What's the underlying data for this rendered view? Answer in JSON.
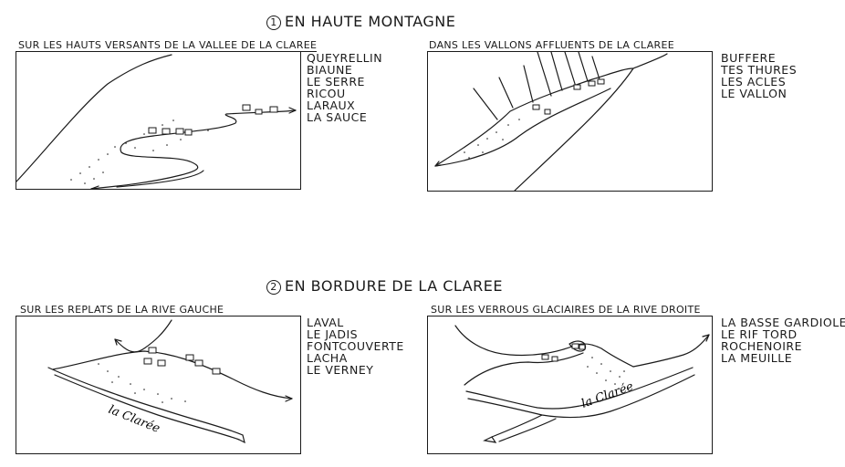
{
  "section1": {
    "number": "1",
    "title": "EN HAUTE MONTAGNE",
    "panel_left": {
      "caption": "SUR LES HAUTS VERSANTS DE LA VALLEE DE LA CLAREE",
      "places": [
        "QUEYRELLIN",
        "BIAUNE",
        "LE SERRE",
        "RICOU",
        "LARAUX",
        "LA SAUCE"
      ]
    },
    "panel_right": {
      "caption": "DANS LES VALLONS AFFLUENTS DE LA CLAREE",
      "places": [
        "BUFFERE",
        "TES THURES",
        "LES ACLES",
        "LE VALLON"
      ]
    }
  },
  "section2": {
    "number": "2",
    "title": "EN BORDURE DE LA CLAREE",
    "panel_left": {
      "caption": "SUR LES REPLATS DE LA RIVE GAUCHE",
      "places": [
        "LAVAL",
        "LE JADIS",
        "FONTCOUVERTE",
        "LACHA",
        "LE VERNEY"
      ],
      "river_label": "la Clarée"
    },
    "panel_right": {
      "caption": "SUR LES VERROUS GLACIAIRES DE LA RIVE DROITE",
      "places": [
        "LA BASSE GARDIOLE",
        "LE RIF TORD",
        "ROCHENOIRE",
        "LA MEUILLE"
      ],
      "river_label": "la Clarée"
    }
  }
}
